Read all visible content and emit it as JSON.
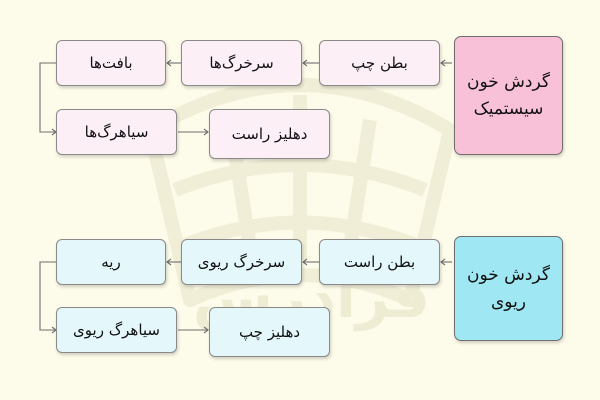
{
  "systemic": {
    "title": "گردش خون سیستمیک",
    "nodes": {
      "left_ventricle": "بطن چپ",
      "arteries": "سرخرگ‌ها",
      "tissues": "بافت‌ها",
      "veins": "سیاهرگ‌ها",
      "right_atrium": "دهلیز راست"
    }
  },
  "pulmonary": {
    "title": "گردش خون ریوی",
    "nodes": {
      "right_ventricle": "بطن راست",
      "pulmonary_artery": "سرخرگ ریوی",
      "lung": "ریه",
      "pulmonary_vein": "سیاهرگ ریوی",
      "left_atrium": "دهلیز چپ"
    }
  },
  "watermark": "فرادرس",
  "colors": {
    "background": "#fdfbe9",
    "systemic_title": "#f8c1d8",
    "systemic_box": "#fdeff6",
    "pulmonary_title": "#9fe7f2",
    "pulmonary_box": "#e4f7fb",
    "border": "#8a8a8a",
    "arrow": "#6f6f6f"
  }
}
